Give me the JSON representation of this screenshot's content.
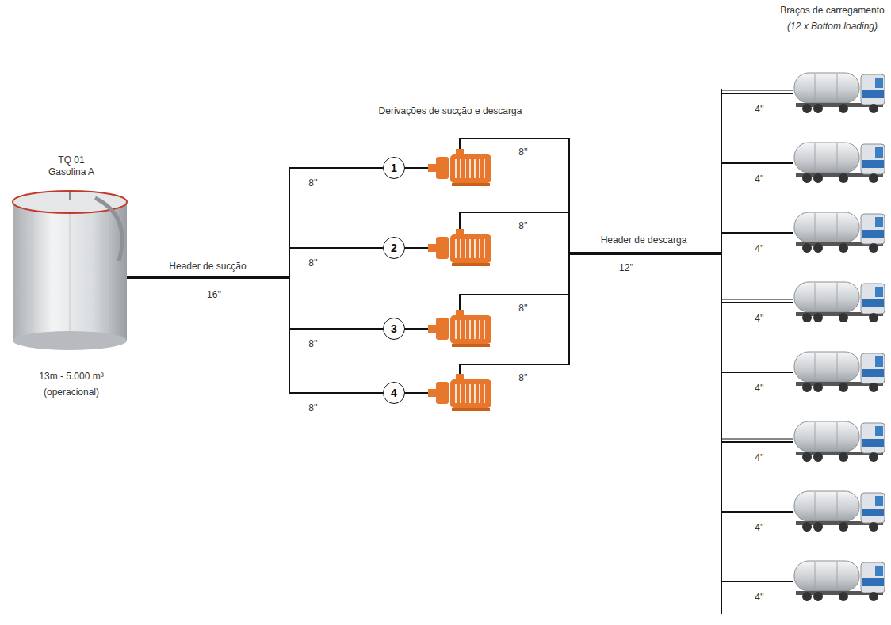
{
  "diagram": {
    "nodes": [
      {
        "text": [
          "TQ 01 Gasolina A",
          "13m - 5.000 m³ (operacional)"
        ]
      },
      {
        "text": [
          "1"
        ]
      },
      {
        "text": [
          "2"
        ]
      },
      {
        "text": [
          "3"
        ]
      },
      {
        "text": [
          "4"
        ]
      }
    ],
    "edges": [
      {
        "from": 0,
        "to": 1,
        "arrow": "none"
      },
      {
        "from": 0,
        "to": 2,
        "arrow": "none"
      },
      {
        "from": 0,
        "to": 3,
        "arrow": "none"
      },
      {
        "from": 0,
        "to": 4,
        "arrow": "none"
      }
    ],
    "labels": [
      "Header de sucção",
      "16''",
      "Derivações de sucção e descarga",
      "8''",
      "8''",
      "8''",
      "8''",
      "8''",
      "8''",
      "8''",
      "8''",
      "Header de descarga",
      "12''",
      "Braços de carregamento",
      "(12 x Bottom loading)",
      "4''",
      "4''",
      "4''",
      "4''",
      "4''",
      "4''",
      "4''",
      "4''"
    ]
  }
}
